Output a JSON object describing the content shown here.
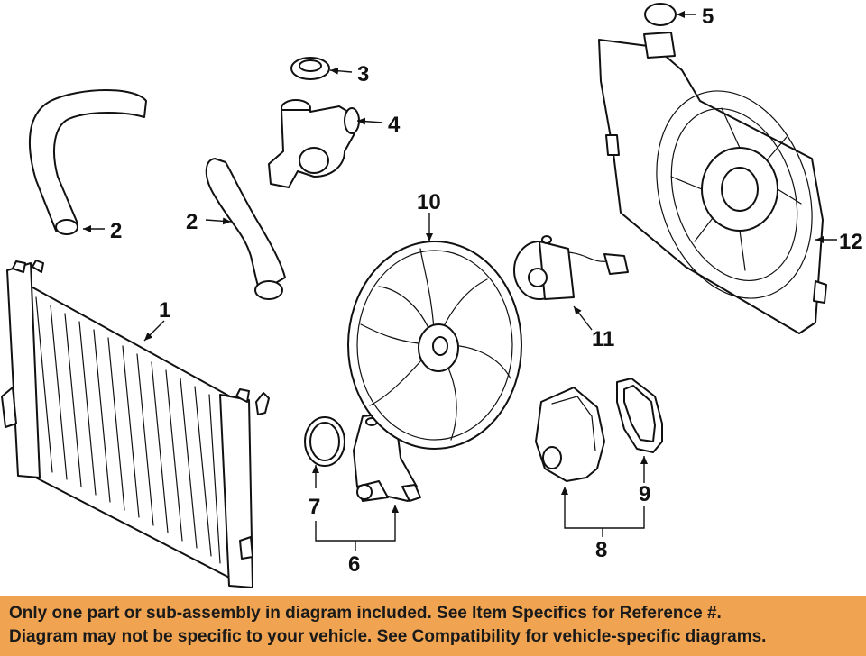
{
  "callouts": {
    "c1": "1",
    "c2a": "2",
    "c2b": "2",
    "c3": "3",
    "c4": "4",
    "c5": "5",
    "c6": "6",
    "c7": "7",
    "c8": "8",
    "c9": "9",
    "c10": "10",
    "c11": "11",
    "c12": "12"
  },
  "notice": {
    "line1": "Only one part or sub-assembly in diagram included. See Item Specifics for Reference #.",
    "line2": "Diagram may not be specific to your vehicle. See Compatibility for vehicle-specific diagrams."
  },
  "colors": {
    "banner": "#f0a451",
    "ink": "#111111"
  }
}
